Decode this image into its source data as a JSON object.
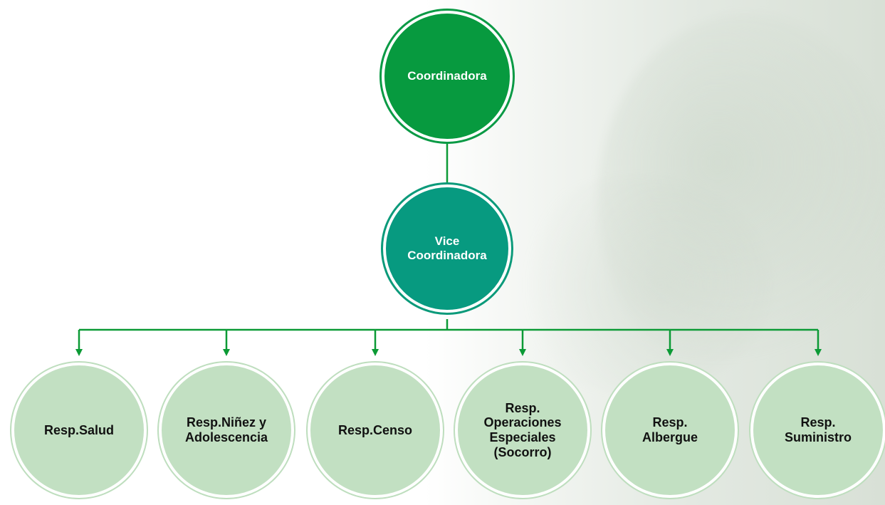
{
  "diagram": {
    "colors": {
      "coordinator_fill": "#079a3f",
      "vice_fill": "#079a80",
      "child_fill": "#c2e0c2",
      "connector": "#0b9a35"
    },
    "top_node": {
      "label": "Coordinadora"
    },
    "vice_node": {
      "label": "Vice\nCoordinadora"
    },
    "children": [
      {
        "label": "Resp.Salud"
      },
      {
        "label": "Resp.Niñez y\nAdolescencia"
      },
      {
        "label": "Resp.Censo"
      },
      {
        "label": "Resp.\nOperaciones\nEspeciales\n(Socorro)"
      },
      {
        "label": "Resp.\nAlbergue"
      },
      {
        "label": "Resp.\nSuministro"
      }
    ]
  }
}
